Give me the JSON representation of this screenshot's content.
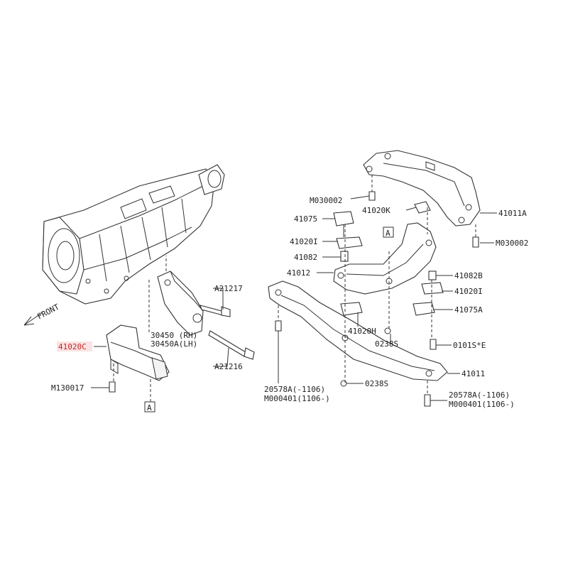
{
  "diagram": {
    "front_label": "FRONT",
    "ref_box": "A",
    "colors": {
      "line": "#333333",
      "highlight": "#c0282a",
      "background": "#ffffff"
    },
    "labels": {
      "l41020C": "41020C",
      "lM130017": "M130017",
      "l30450": "30450 (RH)",
      "l30450A": "30450A(LH)",
      "lA21217": "A21217",
      "lA21216": "A21216",
      "lM030002a": "M030002",
      "l41020K": "41020K",
      "l41011A": "41011A",
      "lM030002b": "M030002",
      "l41075": "41075",
      "l41020I": "41020I",
      "l41082": "41082",
      "l41012": "41012",
      "l41082B": "41082B",
      "l41020Ib": "41020I",
      "l41075A": "41075A",
      "l41020H": "41020H",
      "l0238Sa": "0238S",
      "l0101SE": "0101S*E",
      "l41011": "41011",
      "l0238Sb": "0238S",
      "l20578Aa": "20578A(-1106)",
      "lM000401a": "M000401(1106-)",
      "l20578Ab": "20578A(-1106)",
      "lM000401b": "M000401(1106-)"
    }
  }
}
